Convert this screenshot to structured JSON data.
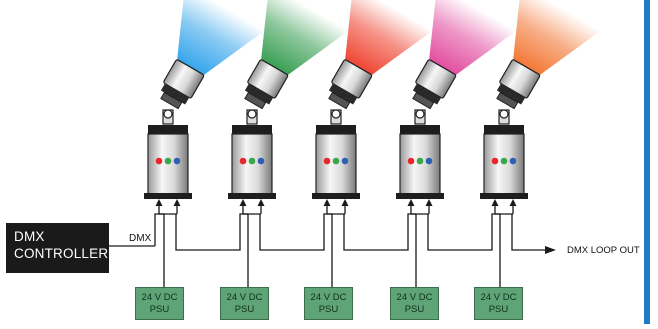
{
  "controller": {
    "line1": "DMX",
    "line2": "CONTROLLER"
  },
  "dmx_label": "DMX",
  "loop_out_label": "DMX LOOP OUT",
  "psus": [
    {
      "line1": "24 V DC",
      "line2": "PSU"
    },
    {
      "line1": "24 V DC",
      "line2": "PSU"
    },
    {
      "line1": "24 V DC",
      "line2": "PSU"
    },
    {
      "line1": "24 V DC",
      "line2": "PSU"
    },
    {
      "line1": "24 V DC",
      "line2": "PSU"
    }
  ],
  "fixtures": [
    {
      "beam_color": "#2aa0ea"
    },
    {
      "beam_color": "#2f9a4a"
    },
    {
      "beam_color": "#ee3a26"
    },
    {
      "beam_color": "#e0449a"
    },
    {
      "beam_color": "#f2702a"
    }
  ],
  "led_colors": [
    "#e8262b",
    "#3aa64a",
    "#2f5fb4"
  ],
  "colors": {
    "wire": "#1a1a1a",
    "psu_fill": "#5ea476",
    "controller_fill": "#1a1a1a",
    "accent_bar": "#1e7cc6"
  }
}
